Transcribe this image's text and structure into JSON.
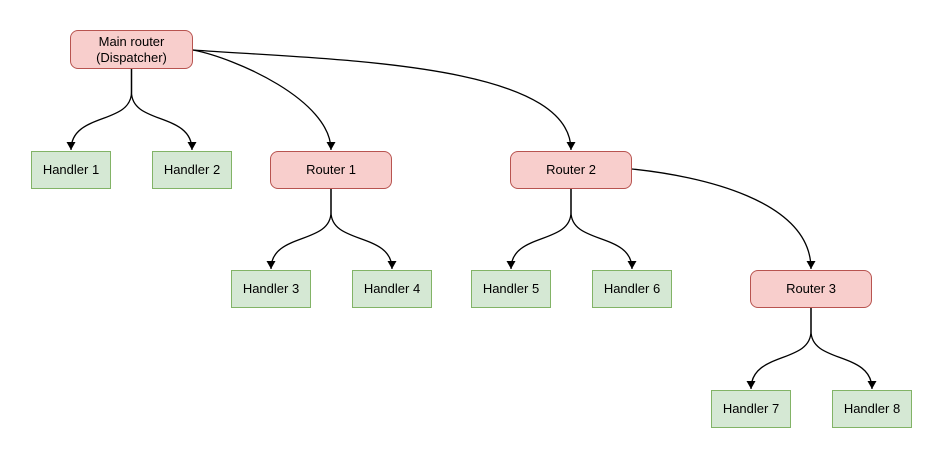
{
  "diagram": {
    "nodes": {
      "main_router": {
        "label": "Main router\n(Dispatcher)",
        "type": "router"
      },
      "router_1": {
        "label": "Router 1",
        "type": "router"
      },
      "router_2": {
        "label": "Router 2",
        "type": "router"
      },
      "router_3": {
        "label": "Router 3",
        "type": "router"
      },
      "handler_1": {
        "label": "Handler 1",
        "type": "handler"
      },
      "handler_2": {
        "label": "Handler 2",
        "type": "handler"
      },
      "handler_3": {
        "label": "Handler 3",
        "type": "handler"
      },
      "handler_4": {
        "label": "Handler 4",
        "type": "handler"
      },
      "handler_5": {
        "label": "Handler 5",
        "type": "handler"
      },
      "handler_6": {
        "label": "Handler 6",
        "type": "handler"
      },
      "handler_7": {
        "label": "Handler 7",
        "type": "handler"
      },
      "handler_8": {
        "label": "Handler 8",
        "type": "handler"
      }
    },
    "edges": [
      {
        "from": "main_router",
        "to": "handler_1"
      },
      {
        "from": "main_router",
        "to": "handler_2"
      },
      {
        "from": "main_router",
        "to": "router_1"
      },
      {
        "from": "main_router",
        "to": "router_2"
      },
      {
        "from": "router_1",
        "to": "handler_3"
      },
      {
        "from": "router_1",
        "to": "handler_4"
      },
      {
        "from": "router_2",
        "to": "handler_5"
      },
      {
        "from": "router_2",
        "to": "handler_6"
      },
      {
        "from": "router_2",
        "to": "router_3"
      },
      {
        "from": "router_3",
        "to": "handler_7"
      },
      {
        "from": "router_3",
        "to": "handler_8"
      }
    ],
    "colors": {
      "router_fill": "#f8cecc",
      "router_border": "#b85450",
      "handler_fill": "#d5e8d4",
      "handler_border": "#82b366",
      "edge": "#000000",
      "background": "#ffffff"
    }
  }
}
